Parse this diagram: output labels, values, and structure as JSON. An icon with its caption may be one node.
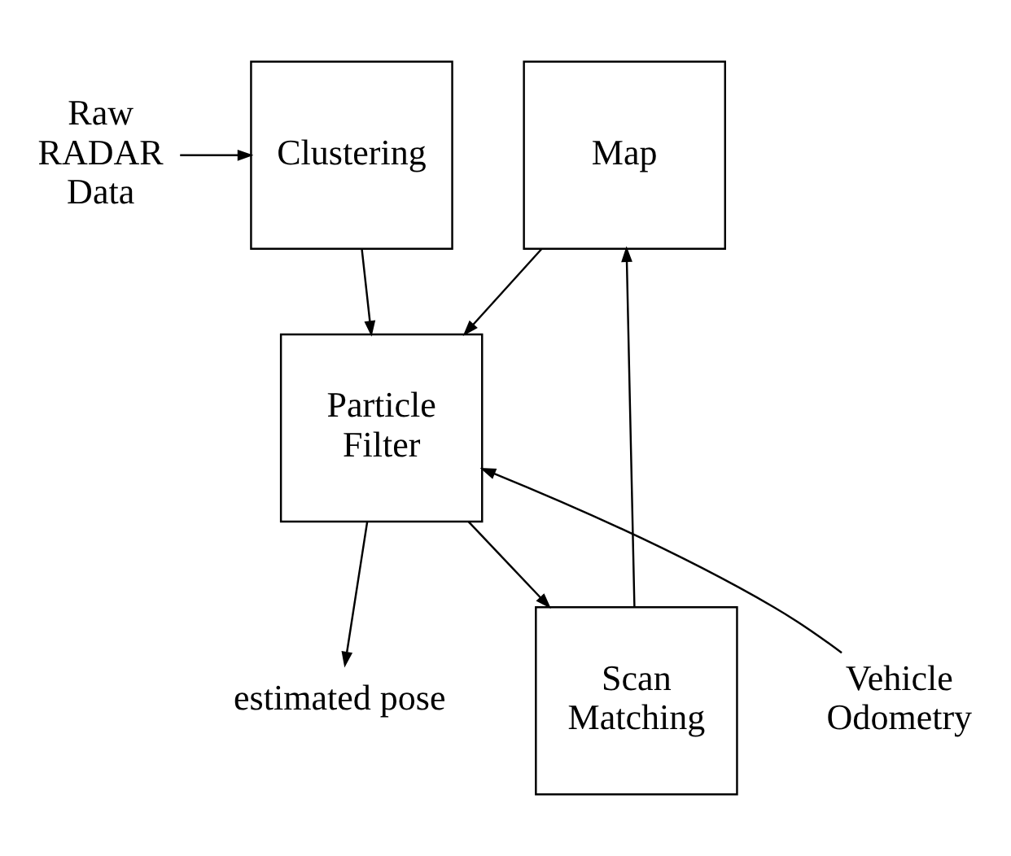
{
  "diagram": {
    "nodes": [
      {
        "text": [
          "Raw RADAR Data"
        ]
      },
      {
        "text": [
          "Clustering"
        ]
      },
      {
        "text": [
          "Map"
        ]
      },
      {
        "text": [
          "Particle Filter"
        ]
      },
      {
        "text": [
          "Vehicle Odometry"
        ]
      },
      {
        "text": [
          "estimated pose"
        ]
      },
      {
        "text": [
          "Scan Matching"
        ]
      }
    ],
    "edges": [
      {
        "from": 0,
        "to": 1,
        "arrow": "to"
      },
      {
        "from": 1,
        "to": 3,
        "arrow": "to"
      },
      {
        "from": 2,
        "to": 3,
        "arrow": "to"
      },
      {
        "from": 4,
        "to": 3,
        "arrow": "to"
      },
      {
        "from": 3,
        "to": 5,
        "arrow": "to"
      },
      {
        "from": 3,
        "to": 6,
        "arrow": "to"
      },
      {
        "from": 6,
        "to": 2,
        "arrow": "to"
      }
    ]
  }
}
